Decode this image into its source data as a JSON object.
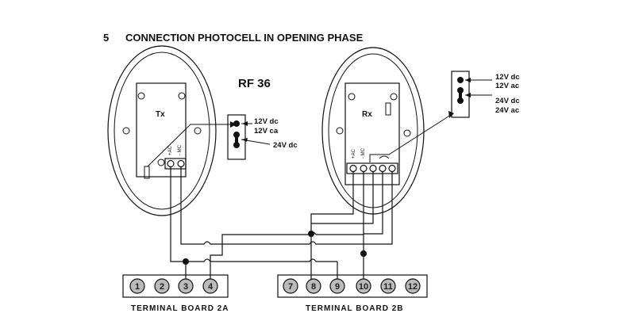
{
  "header": {
    "section_number": "5",
    "title": "CONNECTION PHOTOCELL IN OPENING PHASE"
  },
  "model": "RF 36",
  "tx": {
    "label": "Tx",
    "terminal_labels": [
      "+AC",
      "- MC"
    ],
    "jumper_options": [
      "12V dc",
      "12V ca",
      "24V dc"
    ]
  },
  "rx": {
    "label": "Rx",
    "terminal_labels": [
      "+AC",
      "- MC"
    ],
    "jumper_options": [
      "12V dc",
      "12V ac",
      "24V dc",
      "24V ac"
    ]
  },
  "terminal_board_a": {
    "caption": "TERMINAL BOARD 2A",
    "terminals": [
      "1",
      "2",
      "3",
      "4"
    ]
  },
  "terminal_board_b": {
    "caption": "TERMINAL BOARD 2B",
    "terminals": [
      "7",
      "8",
      "9",
      "10",
      "11",
      "12"
    ]
  }
}
